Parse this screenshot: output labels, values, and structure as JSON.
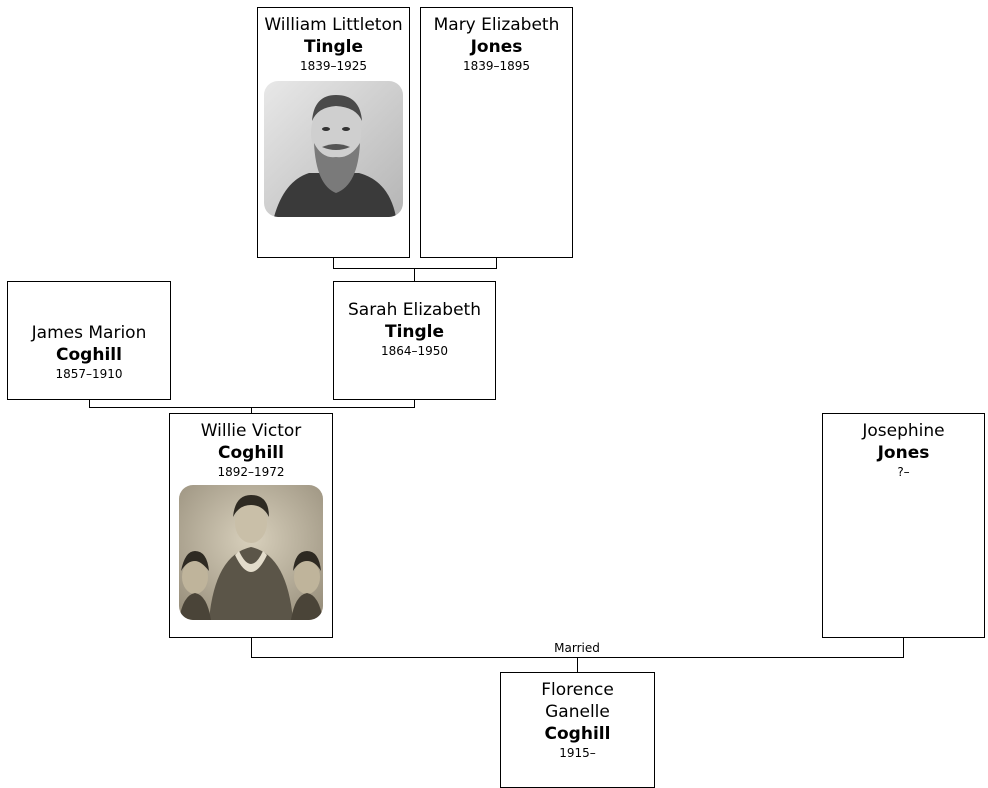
{
  "people": {
    "william": {
      "given": "William Littleton",
      "surname": "Tingle",
      "dates": "1839–1925",
      "photo": "portrait-of-bearded-man"
    },
    "mary": {
      "given": "Mary Elizabeth",
      "surname": "Jones",
      "dates": "1839–1895"
    },
    "james": {
      "given": "James Marion",
      "surname": "Coghill",
      "dates": "1857–1910"
    },
    "sarah": {
      "given": "Sarah Elizabeth",
      "surname": "Tingle",
      "dates": "1864–1950"
    },
    "willie": {
      "given": "Willie Victor",
      "surname": "Coghill",
      "dates": "1892–1972",
      "photo": "group-photo-woman-and-children"
    },
    "josephine": {
      "given": "Josephine",
      "surname": "Jones",
      "dates": "?–"
    },
    "florence": {
      "given": "Florence Ganelle",
      "surname": "Coghill",
      "dates": "1915–"
    }
  },
  "relations": {
    "married_label": "Married"
  }
}
